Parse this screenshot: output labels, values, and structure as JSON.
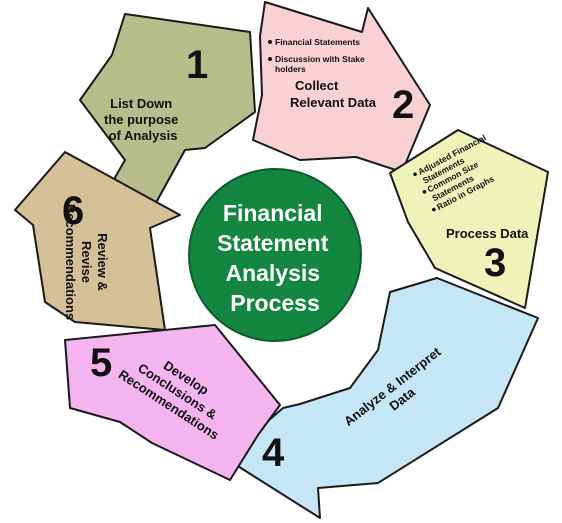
{
  "colors": {
    "step1": "#b7bd8a",
    "step2": "#f9d1d3",
    "step3": "#eff3ba",
    "step4": "#c5e6f4",
    "step5": "#f4b4f0",
    "step6": "#d4c096",
    "center": "#13863f"
  },
  "center": {
    "lines": [
      "Financial",
      "Statement",
      "Analysis",
      "Process"
    ]
  },
  "steps": [
    {
      "number": "1",
      "label": [
        "List Down",
        "the purpose",
        "of Analysis"
      ]
    },
    {
      "number": "2",
      "label": [
        "Collect",
        "Relevant Data"
      ],
      "bullets": [
        "Financial Statements",
        "Discussion with Stake",
        "holders"
      ]
    },
    {
      "number": "3",
      "label": [
        "Process Data"
      ],
      "bullets": [
        "Adjusted Financial",
        "Statements",
        "Common Size",
        "Statements",
        "Ratio in Graphs"
      ]
    },
    {
      "number": "4",
      "label": [
        "Analyze & Interpret",
        "Data"
      ]
    },
    {
      "number": "5",
      "label": [
        "Develop",
        "Conclusions &",
        "Recommendations"
      ]
    },
    {
      "number": "6",
      "label": [
        "Review &",
        "Revise",
        "Recommendations"
      ]
    }
  ]
}
